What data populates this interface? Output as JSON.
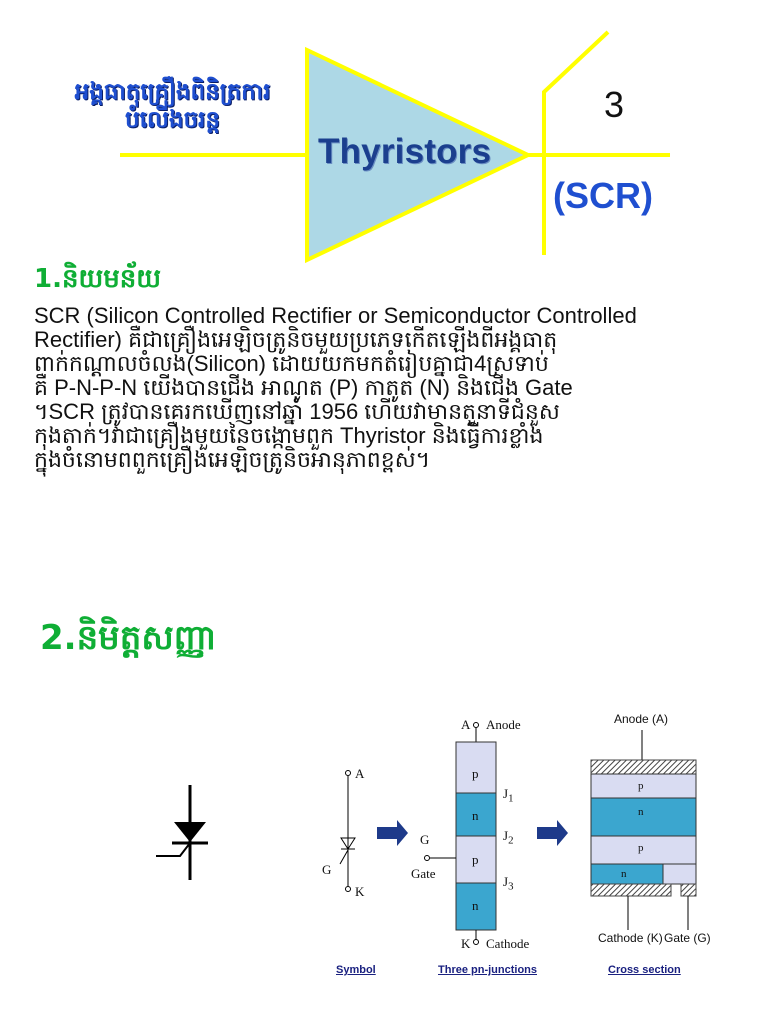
{
  "header": {
    "khmer_title_line1": "អង្គធាតុគ្រឿងពិនិត្រការ",
    "khmer_title_line2": "បំលើងចរន្ត",
    "thyristors_label": "Thyristors",
    "chapter_number": "3",
    "scr_label": "(SCR)",
    "colors": {
      "line": "#ffff00",
      "triangle_fill": "#add8e6",
      "triangle_stroke": "#ffff00",
      "title_blue": "#1f4fd0"
    }
  },
  "section1": {
    "heading": "1.និយមន័យ",
    "paragraph_lines": [
      "SCR (Silicon Controlled Rectifier or Semiconductor Controlled",
      "Rectifier) គឺជាគ្រឿងអេឡិចត្រូនិចមួយប្រភេទកើតឡើងពីអង្គធាតុ",
      "ពាក់កណ្ដាលចំលង(Silicon) ដោយយកមកតំរៀបគ្នាជា4ស្រទាប់",
      "គឺ P-N-P-N យើងបានជើង អាណូត (P) កាតូត (N) និងជើង Gate",
      "។SCR ត្រូវបានគេរកឃើញនៅឆ្នាំ 1956 ហើយវាមានតួនាទីជំនួស",
      "កុងតាក់។វាជាគ្រឿងមួយនៃចង្កោមពួក Thyristor  និងធ្វើការខ្លាំង",
      "ក្នុងចំនោមពពួកគ្រឿងអេឡិចត្រូនិចអានុភាពខ្ពស់។"
    ]
  },
  "section2": {
    "heading": "2.និមិត្តសញ្ញា"
  },
  "figure": {
    "symbol": {
      "label_a": "A",
      "label_g": "G",
      "label_k": "K",
      "caption": "Symbol"
    },
    "junctions": {
      "label_a": "A",
      "anode": "Anode",
      "layers": [
        "p",
        "n",
        "p",
        "n"
      ],
      "j1": "J",
      "j1_sub": "1",
      "j2": "J",
      "j2_sub": "2",
      "j3": "J",
      "j3_sub": "3",
      "label_g": "G",
      "gate": "Gate",
      "label_k": "K",
      "cathode": "Cathode",
      "caption": "Three pn-junctions"
    },
    "cross": {
      "anode": "Anode (A)",
      "layers": [
        "p",
        "n",
        "p",
        "n"
      ],
      "cathode": "Cathode (K)",
      "gate": "Gate (G)",
      "caption": "Cross section"
    },
    "colors": {
      "p_layer": "#d9dcf2",
      "n_layer": "#3ba6cf",
      "arrow": "#1e3a8a"
    }
  }
}
